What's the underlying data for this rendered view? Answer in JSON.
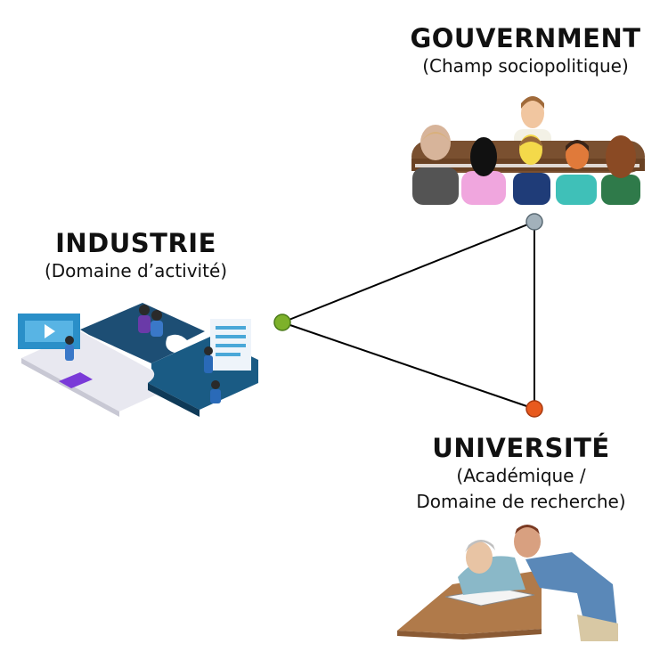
{
  "nodes": {
    "gouvernement": {
      "title": "GOUVERNMENT",
      "subtitle": "(Champ sociopolitique)",
      "color": "#a2b1bb"
    },
    "industrie": {
      "title": "INDUSTRIE",
      "subtitle": "(Domaine d’activité)",
      "color": "#7db12a"
    },
    "universite": {
      "title": "UNIVERSITÉ",
      "subtitle_line1": "(Académique /",
      "subtitle_line2": "Domaine de recherche)",
      "color": "#e85a1e"
    }
  },
  "edges": [
    {
      "from": "industrie",
      "to": "gouvernement"
    },
    {
      "from": "gouvernement",
      "to": "universite"
    },
    {
      "from": "universite",
      "to": "industrie"
    }
  ],
  "icons": {
    "gouvernement": "meeting-people-icon",
    "industrie": "puzzle-team-icon",
    "universite": "researchers-icon"
  }
}
